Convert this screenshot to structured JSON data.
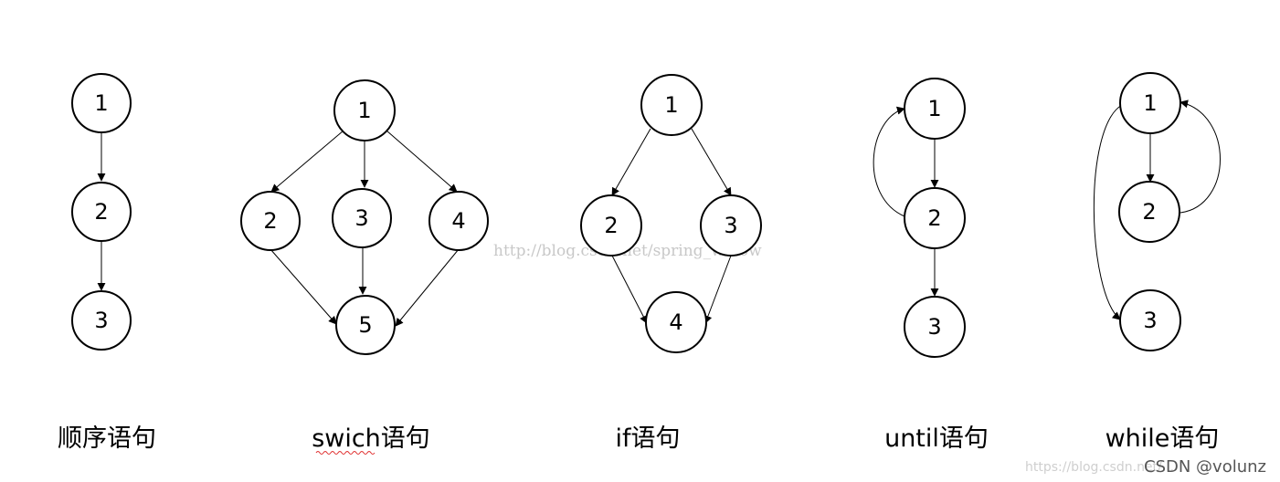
{
  "diagrams": [
    {
      "caption": "顺序语句",
      "nodes": [
        "1",
        "2",
        "3"
      ]
    },
    {
      "caption": "swich语句",
      "nodes": [
        "1",
        "2",
        "3",
        "4",
        "5"
      ]
    },
    {
      "caption": "if语句",
      "nodes": [
        "1",
        "2",
        "3",
        "4"
      ]
    },
    {
      "caption": "until语句",
      "nodes": [
        "1",
        "2",
        "3"
      ]
    },
    {
      "caption": "while语句",
      "nodes": [
        "1",
        "2",
        "3"
      ]
    }
  ],
  "watermarks": {
    "center": "http://blog.csdn.net/spring_willow",
    "corner_blog": "https://blog.csdn.net/...",
    "corner_csdn": "CSDN @volunz"
  }
}
